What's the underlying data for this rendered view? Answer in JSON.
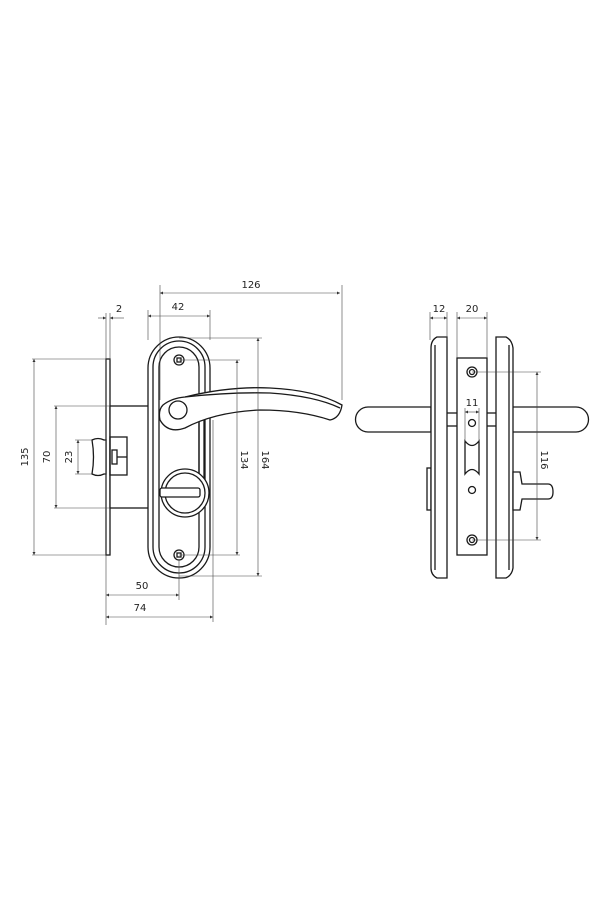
{
  "drawing": {
    "front_view": {
      "dims": {
        "overall_length": "126",
        "rose_width": "42",
        "faceplate_thickness": "2",
        "faceplate_height": "135",
        "body_height": "70",
        "latch_height": "23",
        "screw_spacing": "134",
        "rose_height": "164",
        "backset": "50",
        "rose_edge_offset": "74"
      }
    },
    "side_view": {
      "dims": {
        "rose_thickness": "12",
        "forend_width": "20",
        "spindle_width": "11",
        "screw_spacing": "116"
      }
    }
  }
}
